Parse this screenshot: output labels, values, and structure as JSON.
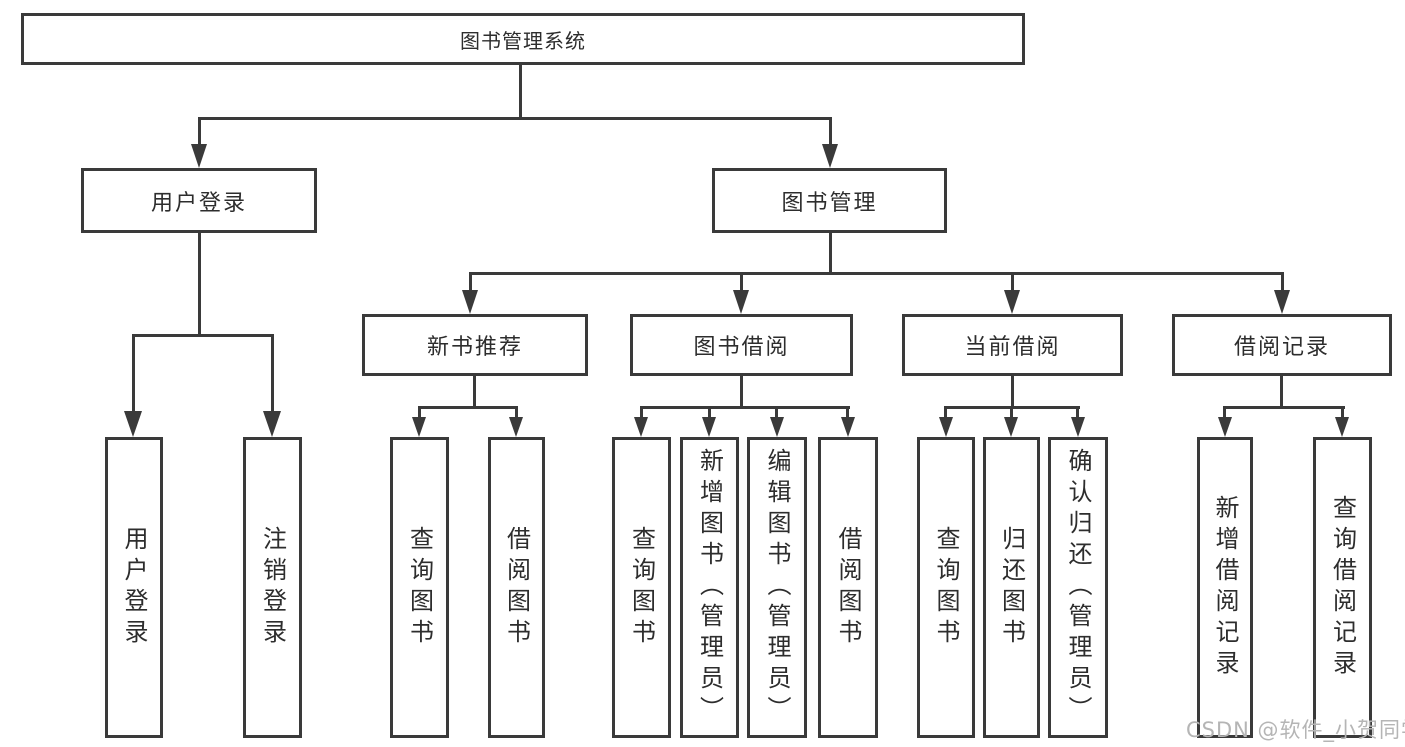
{
  "tree": {
    "root": "图书管理系统",
    "user_login_branch": {
      "label": "用户登录",
      "children": [
        "用户登录",
        "注销登录"
      ]
    },
    "book_mgmt_branch": {
      "label": "图书管理",
      "modules": [
        {
          "label": "新书推荐",
          "children": [
            "查询图书",
            "借阅图书"
          ]
        },
        {
          "label": "图书借阅",
          "children": [
            "查询图书",
            "新增图书（管理员）",
            "编辑图书（管理员）",
            "借阅图书"
          ]
        },
        {
          "label": "当前借阅",
          "children": [
            "查询图书",
            "归还图书",
            "确认归还（管理员）"
          ]
        },
        {
          "label": "借阅记录",
          "children": [
            "新增借阅记录",
            "查询借阅记录"
          ]
        }
      ]
    }
  },
  "watermark": {
    "text": "CSDN @软件_小贺同学"
  },
  "colors": {
    "line": "#3a3a3a",
    "text": "#2d2d2d",
    "watermark": "#b5b5b5",
    "background": "#ffffff"
  }
}
